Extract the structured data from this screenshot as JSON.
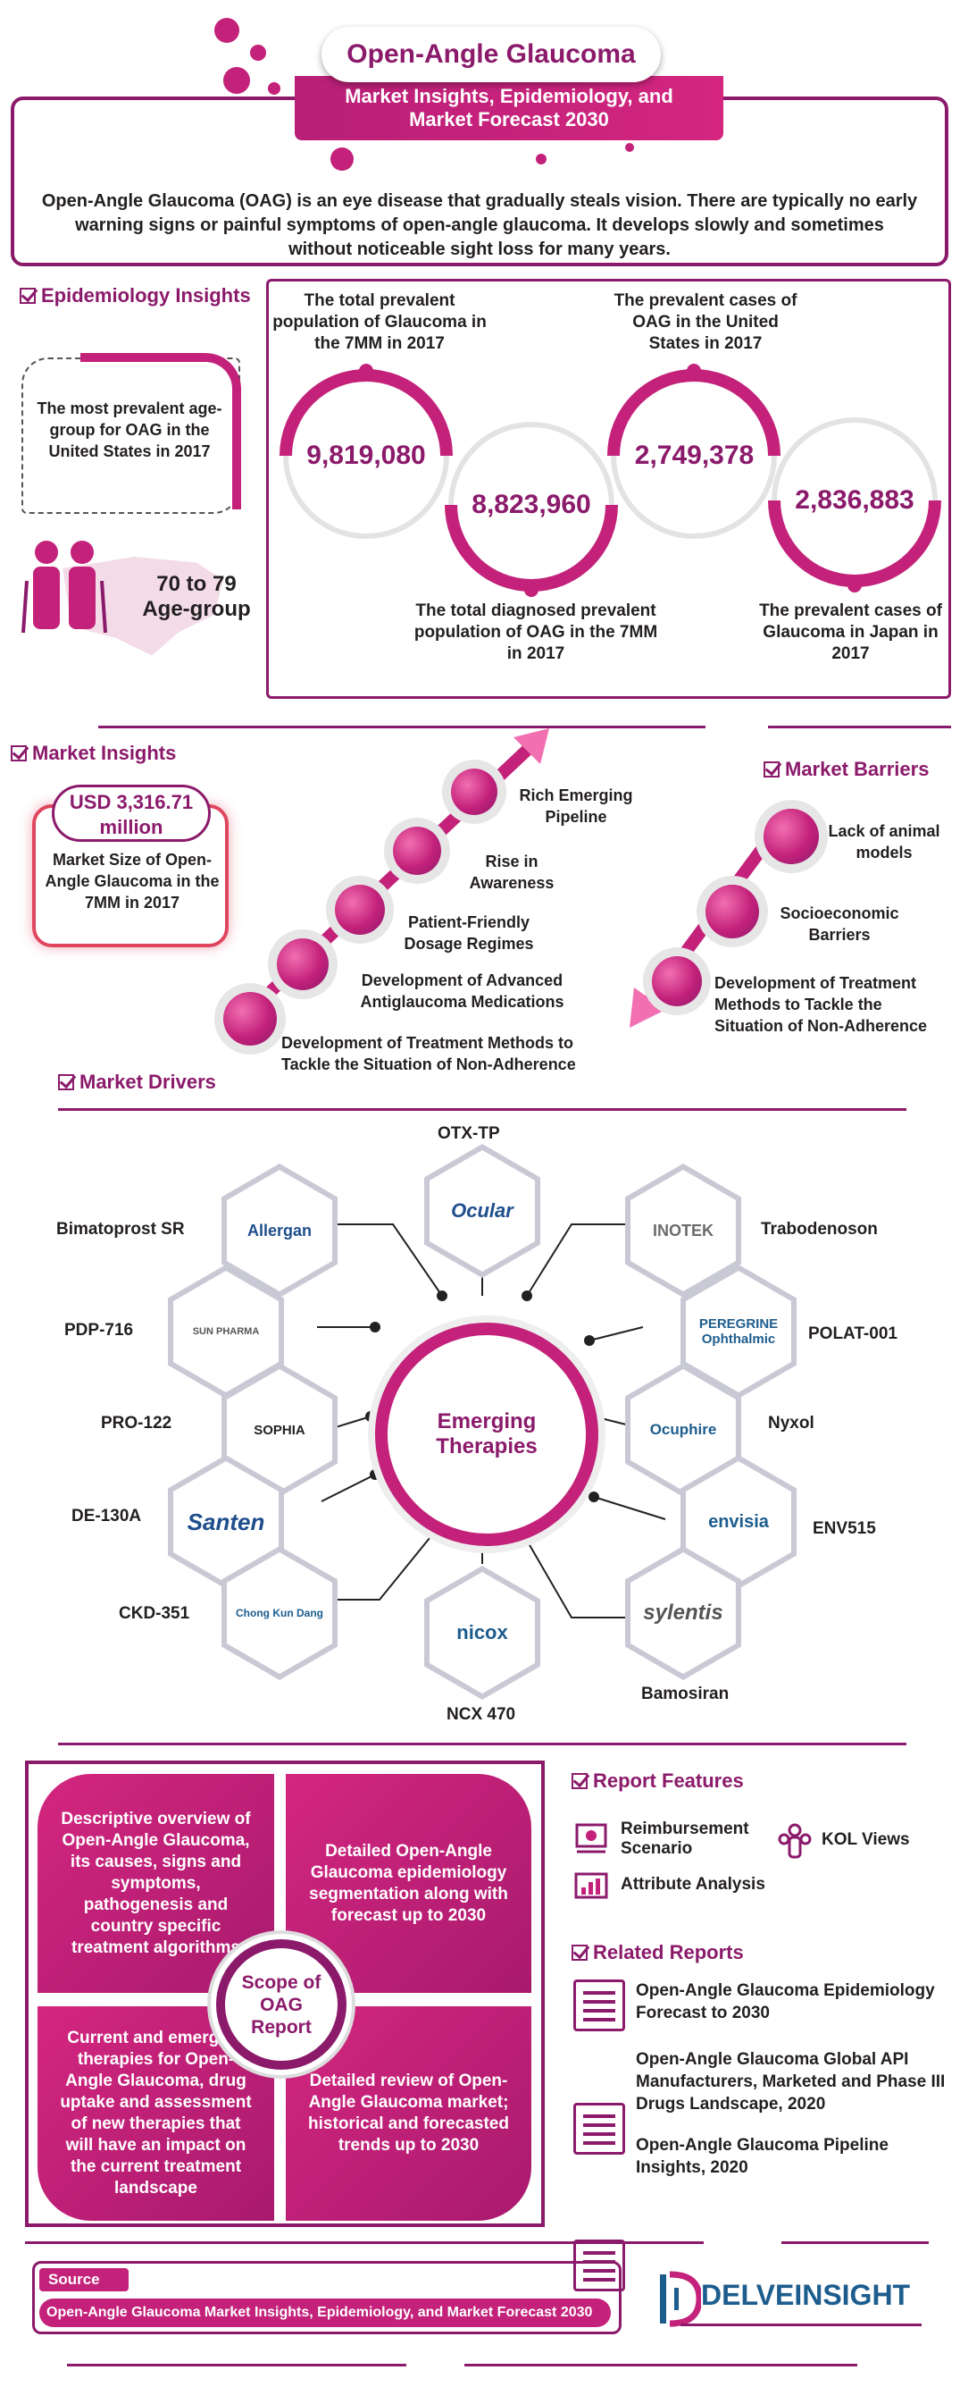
{
  "header": {
    "title": "Open-Angle Glaucoma",
    "subtitle": "Market Insights, Epidemiology, and Market Forecast  2030",
    "intro": "Open-Angle Glaucoma (OAG) is an eye disease that gradually steals vision. There are typically no early warning signs or painful symptoms of open-angle glaucoma. It develops slowly and sometimes without noticeable sight loss for many years."
  },
  "epidemiology": {
    "heading": "Epidemiology Insights",
    "age_group_note": "The most prevalent age-group for OAG in the United States in 2017",
    "age_group_value": "70 to 79 Age-group",
    "stats": [
      {
        "value": "9,819,080",
        "label": "The total prevalent population of Glaucoma in the 7MM in 2017"
      },
      {
        "value": "8,823,960",
        "label": "The total diagnosed prevalent population of OAG in the 7MM in 2017"
      },
      {
        "value": "2,749,378",
        "label": "The prevalent cases of OAG in the United States in 2017"
      },
      {
        "value": "2,836,883",
        "label": "The prevalent cases of Glaucoma in Japan in 2017"
      }
    ]
  },
  "market": {
    "heading": "Market Insights",
    "size_value": "USD 3,316.71 million",
    "size_label": "Market Size of Open-Angle Glaucoma in the 7MM in 2017",
    "drivers_heading": "Market Drivers",
    "drivers": [
      "Rich Emerging Pipeline",
      "Rise in Awareness",
      "Patient-Friendly Dosage Regimes",
      "Development of Advanced Antiglaucoma Medications",
      "Development of Treatment Methods to Tackle the Situation of Non-Adherence"
    ],
    "barriers_heading": "Market Barriers",
    "barriers": [
      "Lack of animal models",
      "Socioeconomic Barriers",
      "Development of Treatment Methods to Tackle the Situation of Non-Adherence"
    ]
  },
  "emerging": {
    "center": "Emerging Therapies",
    "therapies": [
      {
        "drug": "OTX-TP",
        "company": "Ocular"
      },
      {
        "drug": "Bimatoprost SR",
        "company": "Allergan"
      },
      {
        "drug": "Trabodenoson",
        "company": "INOTEK"
      },
      {
        "drug": "PDP-716",
        "company": "SUN PHARMA"
      },
      {
        "drug": "POLAT-001",
        "company": "PEREGRINE Ophthalmic"
      },
      {
        "drug": "PRO-122",
        "company": "SOPHIA"
      },
      {
        "drug": "Nyxol",
        "company": "Ocuphire"
      },
      {
        "drug": "DE-130A",
        "company": "Santen"
      },
      {
        "drug": "ENV515",
        "company": "envisia"
      },
      {
        "drug": "CKD-351",
        "company": "Chong Kun Dang"
      },
      {
        "drug": "Bamosiran",
        "company": "sylentis"
      },
      {
        "drug": "NCX 470",
        "company": "nicox"
      }
    ]
  },
  "scope": {
    "center": "Scope of OAG Report",
    "quadrants": [
      "Descriptive overview of Open-Angle Glaucoma, its causes, signs and symptoms, pathogenesis and country specific treatment algorithms",
      "Detailed Open-Angle Glaucoma epidemiology segmentation along with forecast up to 2030",
      "Current and emerging therapies for Open-Angle Glaucoma, drug uptake and assessment of new therapies that will have an impact on the current treatment landscape",
      "Detailed review of Open-Angle Glaucoma market; historical and forecasted trends up to 2030"
    ]
  },
  "features": {
    "heading": "Report Features",
    "items": [
      "Reimbursement Scenario",
      "KOL Views",
      "Attribute Analysis"
    ]
  },
  "related": {
    "heading": "Related Reports",
    "items": [
      "Open-Angle Glaucoma Epidemiology Forecast to 2030",
      "Open-Angle Glaucoma Global API Manufacturers, Marketed and Phase III Drugs Landscape, 2020",
      "Open-Angle Glaucoma Pipeline Insights, 2020"
    ]
  },
  "footer": {
    "source_label": "Source",
    "source_text": "Open-Angle Glaucoma Market Insights, Epidemiology, and Market Forecast 2030",
    "brand": "DELVEINSIGHT"
  },
  "colors": {
    "primary": "#8b1a6b",
    "accent": "#c3217a",
    "light": "#f26fb1"
  }
}
